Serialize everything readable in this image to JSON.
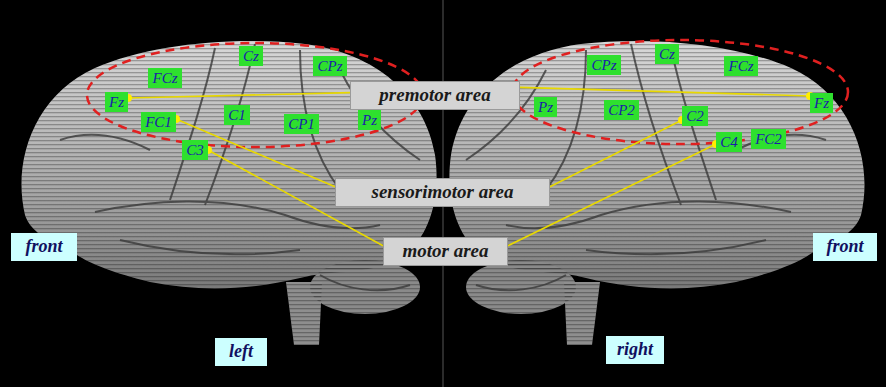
{
  "diagram": {
    "nodes": [
      {
        "text": [
          "Fz"
        ]
      },
      {
        "text": [
          "FCz"
        ]
      },
      {
        "text": [
          "Cz"
        ]
      },
      {
        "text": [
          "CPz"
        ]
      },
      {
        "text": [
          "C1"
        ]
      },
      {
        "text": [
          "FC1"
        ]
      },
      {
        "text": [
          "C3"
        ]
      },
      {
        "text": [
          "CP1"
        ]
      },
      {
        "text": [
          "Pz"
        ]
      },
      {
        "text": [
          "CPz"
        ]
      },
      {
        "text": [
          "Cz"
        ]
      },
      {
        "text": [
          "FCz"
        ]
      },
      {
        "text": [
          "Pz"
        ]
      },
      {
        "text": [
          "CP2"
        ]
      },
      {
        "text": [
          "C2"
        ]
      },
      {
        "text": [
          "C4"
        ]
      },
      {
        "text": [
          "FC2"
        ]
      },
      {
        "text": [
          "Fz"
        ]
      },
      {
        "text": [
          "premotor area"
        ]
      },
      {
        "text": [
          "sensorimotor area"
        ]
      },
      {
        "text": [
          "motor area"
        ]
      },
      {
        "text": [
          "front"
        ]
      },
      {
        "text": [
          "left"
        ]
      },
      {
        "text": [
          "right"
        ]
      },
      {
        "text": [
          "front"
        ]
      }
    ],
    "edges": [
      {
        "from": 18,
        "to": 0,
        "arrow": "none"
      },
      {
        "from": 18,
        "to": 17,
        "arrow": "none"
      },
      {
        "from": 19,
        "to": 5,
        "arrow": "none"
      },
      {
        "from": 19,
        "to": 14,
        "arrow": "none"
      },
      {
        "from": 20,
        "to": 6,
        "arrow": "none"
      },
      {
        "from": 20,
        "to": 15,
        "arrow": "none"
      }
    ]
  }
}
